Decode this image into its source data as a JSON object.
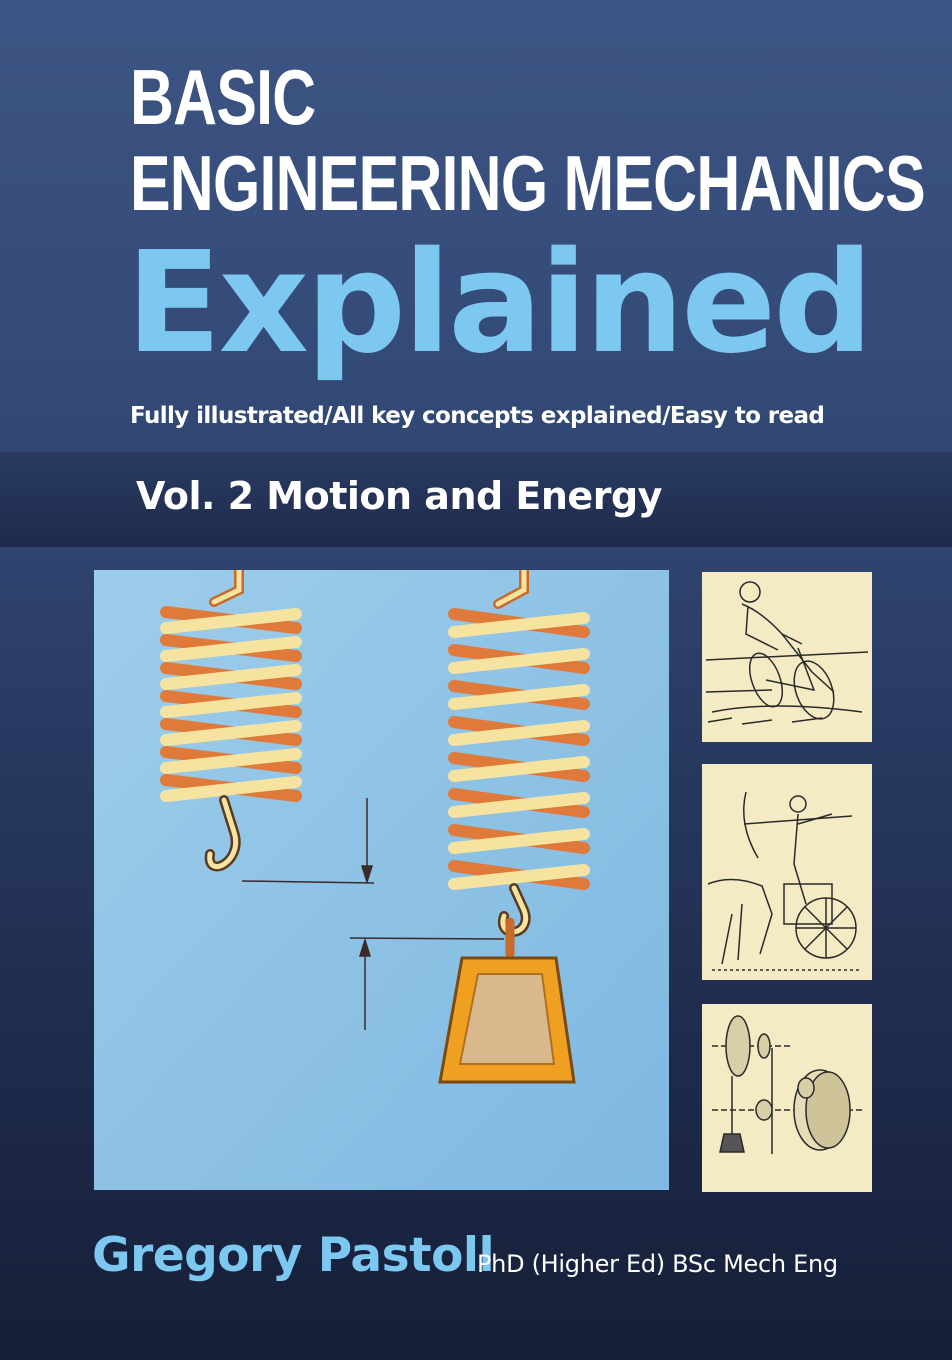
{
  "cover": {
    "title_line1": "BASIC",
    "title_line2": "ENGINEERING MECHANICS",
    "title_line3": "Explained",
    "tagline": "Fully illustrated/All key concepts explained/Easy to read",
    "volume": "Vol. 2 Motion and Energy",
    "author": "Gregory Pastoll",
    "credentials": "PhD (Higher Ed) BSc Mech Eng"
  },
  "colors": {
    "background": "#2f4470",
    "accent_blue": "#7cc8f0",
    "band": "#1d2a4a",
    "art_background": "#8fc4e6",
    "thumb_paper": "#f4eac4"
  },
  "illustrations": {
    "main": "springs-with-weight",
    "thumb_1": "cyclist-on-track",
    "thumb_2": "archer-on-chariot",
    "thumb_3": "flywheel-and-pulley"
  }
}
